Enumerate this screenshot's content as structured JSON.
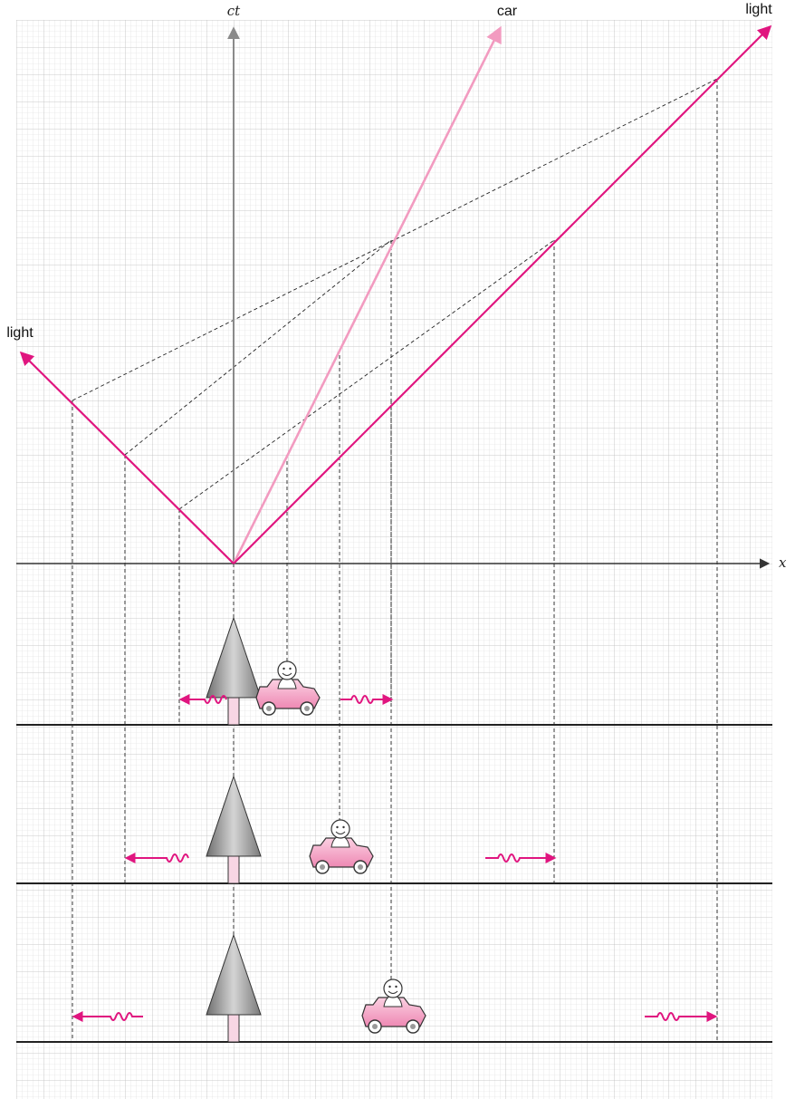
{
  "labels": {
    "ct_axis": "ct",
    "x_axis": "x",
    "car_line": "car",
    "light_right": "light",
    "light_left": "light"
  },
  "colors": {
    "light": "#e0157f",
    "car_worldline": "#f29bc0",
    "axis": "#888888",
    "grid_minor": "#d9d9d9",
    "grid_major": "#bdbdbd",
    "car_body": "#f6a9c9",
    "tree": "#9a9a9a",
    "trunk": "#f8d6e4"
  },
  "icons": [
    "tree-icon",
    "car-icon",
    "driver-icon",
    "wave-packet-left-icon",
    "wave-packet-right-icon"
  ]
}
